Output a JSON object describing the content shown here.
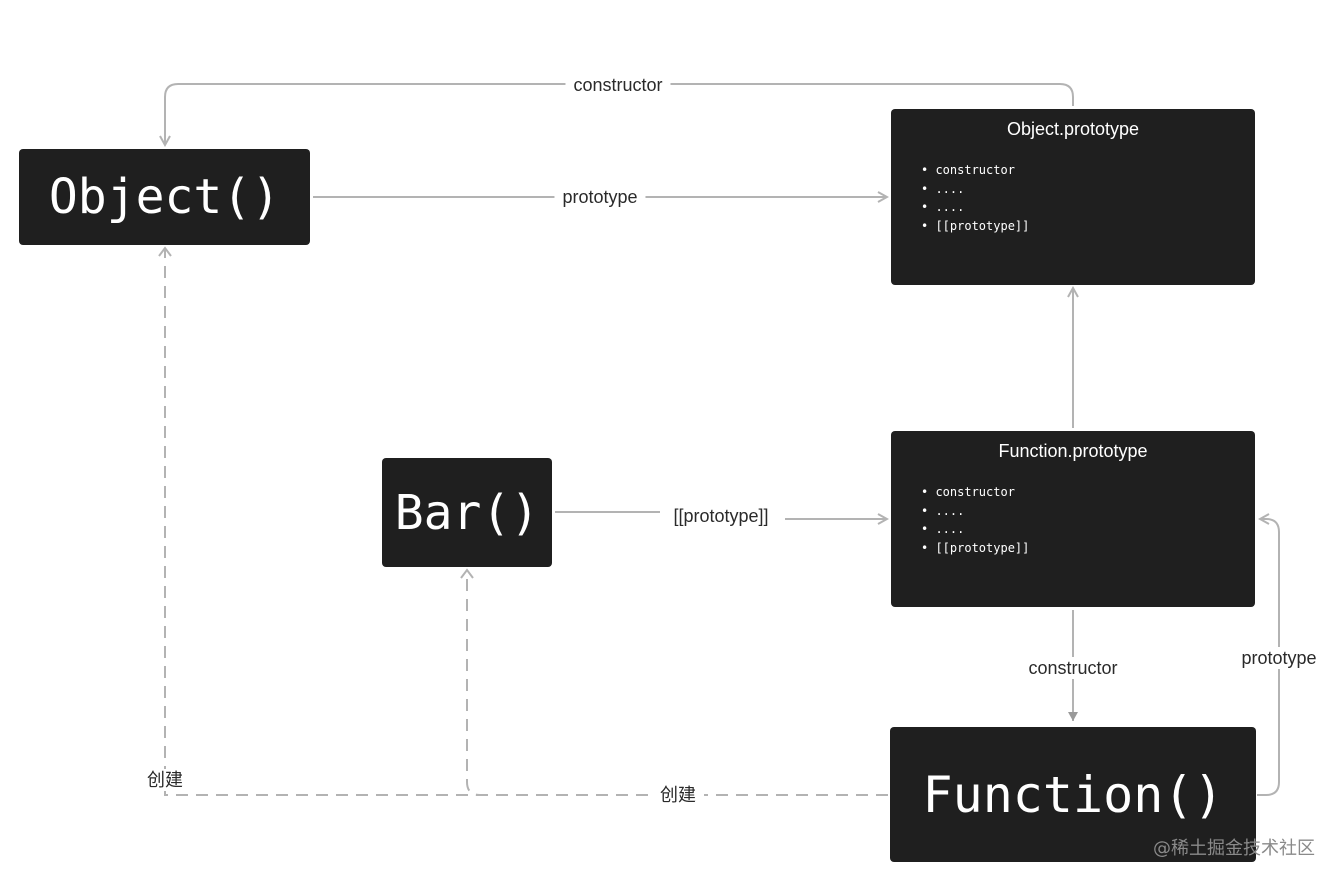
{
  "nodes": {
    "object_ctor": {
      "label": "Object()"
    },
    "bar_ctor": {
      "label": "Bar()"
    },
    "function_ctor": {
      "label": "Function()"
    },
    "object_proto": {
      "title": "Object.prototype",
      "items": [
        "constructor",
        "....",
        "....",
        "[[prototype]]"
      ]
    },
    "function_proto": {
      "title": "Function.prototype",
      "items": [
        "constructor",
        "....",
        "....",
        "[[prototype]]"
      ]
    }
  },
  "edges": {
    "object_proto_constructor": "constructor",
    "object_prototype": "prototype",
    "bar_proto_link": "[[prototype]]",
    "function_proto_constructor": "constructor",
    "function_prototype": "prototype",
    "create_object": "创建",
    "create_bar": "创建"
  },
  "watermark": "@稀土掘金技术社区",
  "colors": {
    "node_fill": "#1f1f1f",
    "node_text": "#ffffff",
    "edge": "#b3b3b3",
    "edge_label": "#2a2a2a"
  }
}
